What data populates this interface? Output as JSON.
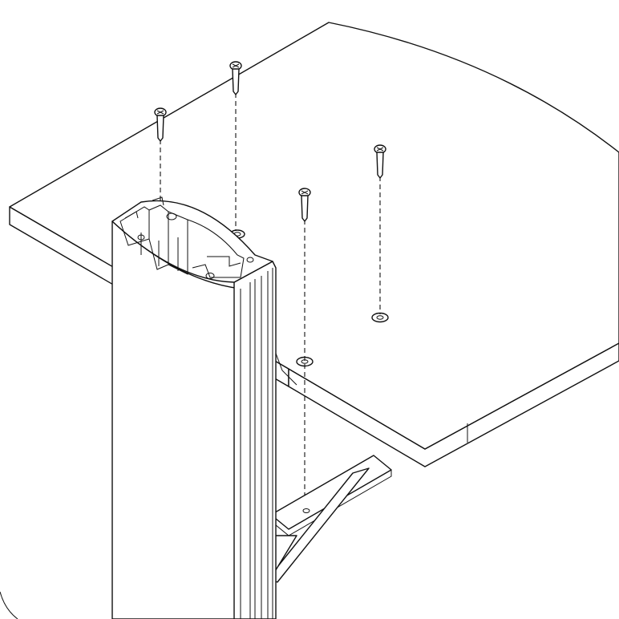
{
  "figure": {
    "kind": "exploded-assembly-line-drawing",
    "colors": {
      "line": "#111111",
      "background": "#ffffff"
    },
    "parts": {
      "tabletop": "tabletop",
      "column": "extruded-aluminum-column",
      "bracket": "support-bracket",
      "screws": [
        "screw-1",
        "screw-2",
        "screw-3",
        "screw-4"
      ],
      "holes": [
        "hole-1",
        "hole-2",
        "hole-3",
        "hole-4"
      ]
    }
  }
}
